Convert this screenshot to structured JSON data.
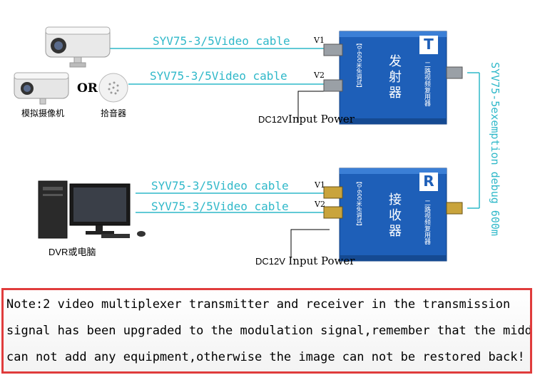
{
  "cables": {
    "top_1": "SYV75-3/5Video cable",
    "top_2": "SYV75-3/5Video cable",
    "bottom_1": "SYV75-3/5Video cable",
    "bottom_2": "SYV75-3/5Video cable"
  },
  "ports": {
    "t_v1": "V1",
    "t_v2": "V2",
    "r_v1": "V1",
    "r_v2": "V2"
  },
  "power": {
    "top_dc": "DC12V",
    "top_input": "Input Power",
    "bottom_dc": "DC12V",
    "bottom_input": "Input Power"
  },
  "devices": {
    "camera_label": "模拟摄像机",
    "pickup_label": "拾音器",
    "or_label": "OR",
    "dvr_label": "DVR或电脑"
  },
  "transmitter": {
    "badge": "T",
    "chars": [
      "发",
      "射",
      "器"
    ],
    "side_text": "二路视频复用器",
    "model_text": "【0-600米免调试】"
  },
  "receiver": {
    "badge": "R",
    "chars": [
      "接",
      "收",
      "器"
    ],
    "side_text": "二路视频复用器",
    "model_text": "【0-600米免调试】"
  },
  "link_label": "SYV75-5exemption debug 600m",
  "note": {
    "line1": "Note:2 video multiplexer transmitter and receiver in the transmission",
    "line2": "signal has been upgraded to the modulation signal,remember that the middle",
    "line3": "can not add any equipment,otherwise the image can not be restored back!"
  },
  "colors": {
    "cable": "#2fb8c9",
    "box_blue": "#1e5fb8",
    "note_border": "#e03c3c"
  }
}
